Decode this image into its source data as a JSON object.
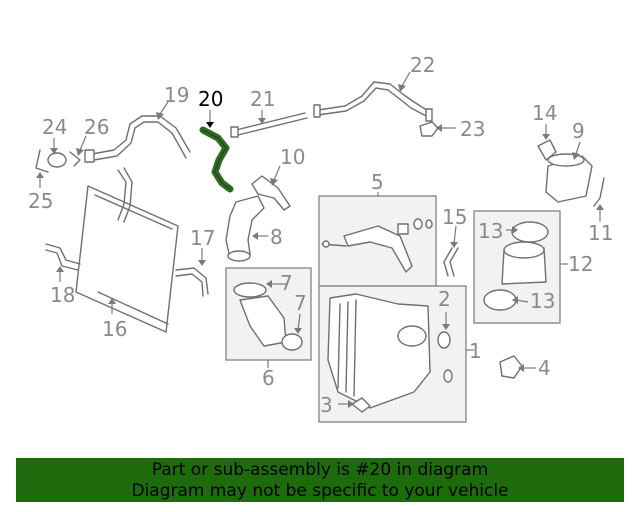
{
  "highlighted_part": "20",
  "callouts": [
    "1",
    "2",
    "3",
    "4",
    "5",
    "6",
    "7",
    "7",
    "8",
    "9",
    "10",
    "11",
    "12",
    "13",
    "13",
    "14",
    "15",
    "16",
    "17",
    "18",
    "19",
    "20",
    "21",
    "22",
    "23",
    "24",
    "25",
    "26"
  ],
  "banner": {
    "line1": "Part or sub-assembly is #20 in diagram",
    "line2": "Diagram may not be specific to your vehicle"
  },
  "colors": {
    "banner_background": "#1d6b0c",
    "highlight_part": "#2f6b22",
    "line_art": "#6f6f6f",
    "callout_text": "#8a8a8a",
    "group_box": "#f2f2f2"
  }
}
